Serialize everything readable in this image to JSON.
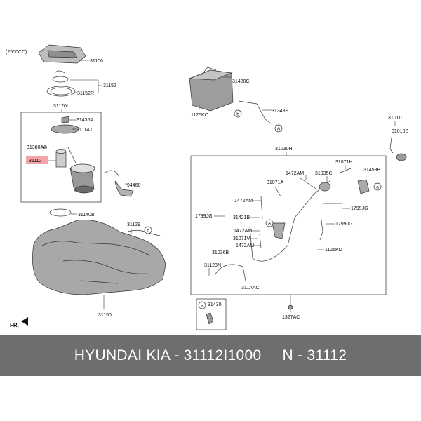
{
  "diagram": {
    "variant": "(2500CC)",
    "front_marker": "FR.",
    "labels": {
      "p31106": "31106",
      "p31152": "31152",
      "p31152R": "31152R",
      "p31120L": "31120L",
      "p31435A": "31435A",
      "p31114J": "31114J",
      "p31380A": "31380A",
      "p31112": "31112",
      "p94460": "94460",
      "p31140B": "31140B",
      "p31129": "31129",
      "p31150": "31150",
      "p31420C": "31420C",
      "p1125KO": "1125KO",
      "p31348H": "31348H",
      "p31010": "31010",
      "p31010B": "31010B",
      "p31030H": "31030H",
      "p1472AM_a": "1472AM",
      "p31035C": "31035C",
      "p31071H": "31071H",
      "p31453B": "31453B",
      "p31071A": "31071A",
      "p1472AM_b": "1472AM",
      "p1799JG_a": "1799JG",
      "p31421B": "31421B",
      "p1799JG_b": "1799JG",
      "p1799JG_c": "1799JG",
      "p1472AM_c": "1472AM",
      "p31071V": "31071V",
      "p1472AM_d": "1472AM",
      "p1125KD": "1125KD",
      "p31036B": "31036B",
      "p31123N": "31123N",
      "p311AAC": "311AAC",
      "p31430": "31430",
      "p1327AC": "1327AC"
    },
    "callouts": {
      "a": "a",
      "b": "b",
      "A": "A"
    }
  },
  "banner": {
    "part_text": "HYUNDAI KIA - 31112I1000",
    "number_text": "N - 31112"
  },
  "colors": {
    "banner_bg": "#6e6e6e",
    "highlight": "#f4a3a8"
  }
}
